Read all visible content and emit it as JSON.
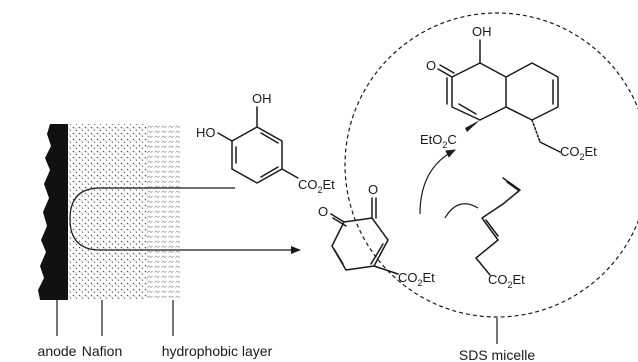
{
  "labels": {
    "anode": "anode",
    "nafion": "Nafion",
    "hydrophobic": "hydrophobic layer",
    "micelle": "SDS micelle"
  },
  "catechol": {
    "oh_top": "OH",
    "ho_left": "HO",
    "ester": "CO",
    "ester_sub": "2",
    "ester_tail": "Et"
  },
  "quinone": {
    "o_top": "O",
    "o_left": "O",
    "ester": "CO",
    "ester_sub": "2",
    "ester_tail": "Et"
  },
  "diene": {
    "ester": "CO",
    "ester_sub": "2",
    "ester_tail": "Et"
  },
  "product": {
    "oh": "OH",
    "o": "O",
    "eto2c_1": "EtO",
    "eto2c_sub": "2",
    "eto2c_2": "C",
    "ester": "CO",
    "ester_sub": "2",
    "ester_tail": "Et"
  },
  "colors": {
    "ink": "#1a1a1a",
    "anode": "#111111",
    "nafion_dot": "#555555",
    "hydrophobic_mark": "#9a9a9a"
  }
}
